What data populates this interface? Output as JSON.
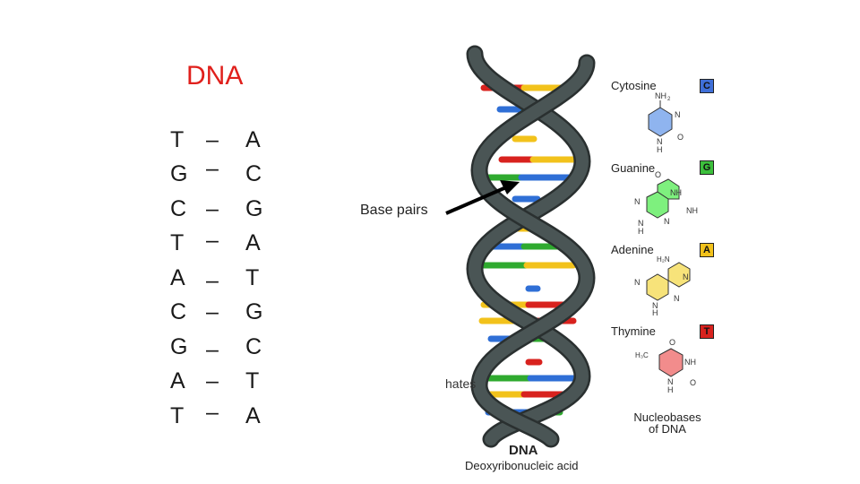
{
  "title": "DNA",
  "pairs": [
    {
      "left": "T",
      "dash": "–",
      "right": "A"
    },
    {
      "left": "G",
      "dash": "–",
      "right": "C"
    },
    {
      "left": "C",
      "dash": "–",
      "right": "G"
    },
    {
      "left": "T",
      "dash": "–",
      "right": "A"
    },
    {
      "left": "A",
      "dash": "–",
      "right": "T"
    },
    {
      "left": "C",
      "dash": "–",
      "right": "G"
    },
    {
      "left": "G",
      "dash": "–",
      "right": "C"
    },
    {
      "left": "A",
      "dash": "–",
      "right": "T"
    },
    {
      "left": "T",
      "dash": "–",
      "right": "A"
    }
  ],
  "base_pairs_label": "Base pairs",
  "partial_label": "hates",
  "figure": {
    "title": "DNA",
    "subtitle": "Deoxyribonucleic acid"
  },
  "nucleobases": [
    {
      "name": "Cytosine",
      "letter": "C",
      "color": "#3f6fd8"
    },
    {
      "name": "Guanine",
      "letter": "G",
      "color": "#3cbf3c"
    },
    {
      "name": "Adenine",
      "letter": "A",
      "color": "#f2c21b"
    },
    {
      "name": "Thymine",
      "letter": "T",
      "color": "#d8221e"
    }
  ],
  "legend_caption": [
    "Nucleobases",
    "of DNA"
  ],
  "colors": {
    "title": "#e0201c",
    "backbone": "#3f4848",
    "backbone_edge": "#2a3030",
    "red": "#d8221e",
    "yellow": "#f2c21b",
    "blue": "#2f6fd6",
    "green": "#2faa2f"
  }
}
